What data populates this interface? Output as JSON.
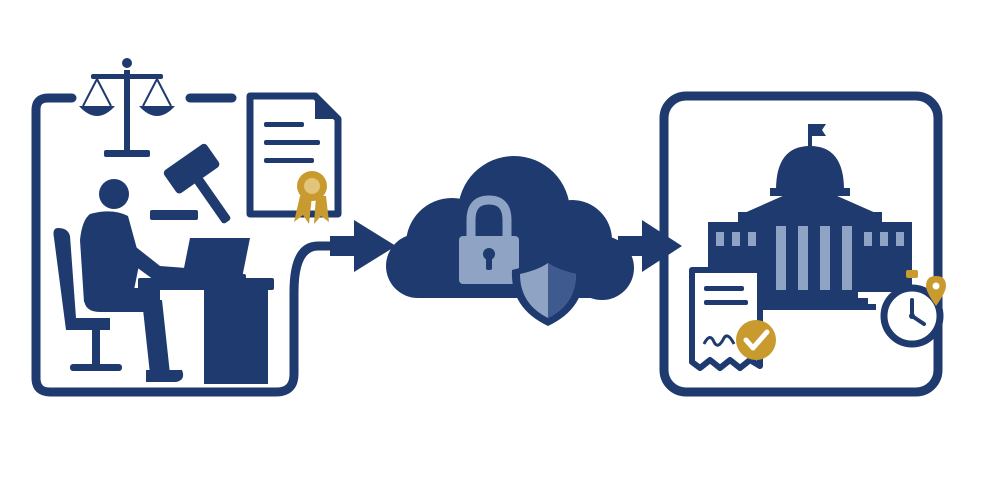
{
  "colors": {
    "navy": "#1f3a6e",
    "navy_mid": "#3e5a8f",
    "slate": "#8fa3c4",
    "gold": "#c99a2e",
    "background": "#ffffff"
  },
  "stages": [
    {
      "id": "lawyer-workstation",
      "icons": [
        "scales-of-justice-icon",
        "gavel-icon",
        "certified-document-icon",
        "person-at-laptop-icon"
      ]
    },
    {
      "id": "secure-cloud",
      "icons": [
        "cloud-icon",
        "padlock-icon",
        "shield-icon"
      ]
    },
    {
      "id": "courthouse-filing",
      "icons": [
        "courthouse-icon",
        "signed-receipt-icon",
        "checkmark-badge-icon",
        "stopwatch-icon",
        "location-pin-icon"
      ]
    }
  ],
  "flow": [
    "arrow-to-cloud",
    "arrow-to-courthouse"
  ]
}
